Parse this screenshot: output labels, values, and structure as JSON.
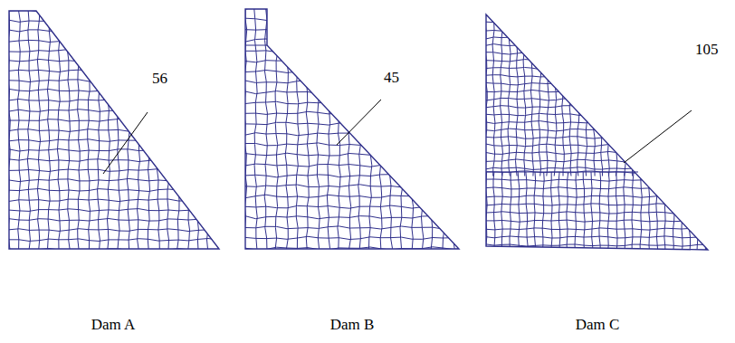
{
  "diagram": {
    "labels": [
      "56",
      "45",
      "105",
      "Dam A",
      "Dam B",
      "Dam C"
    ]
  }
}
